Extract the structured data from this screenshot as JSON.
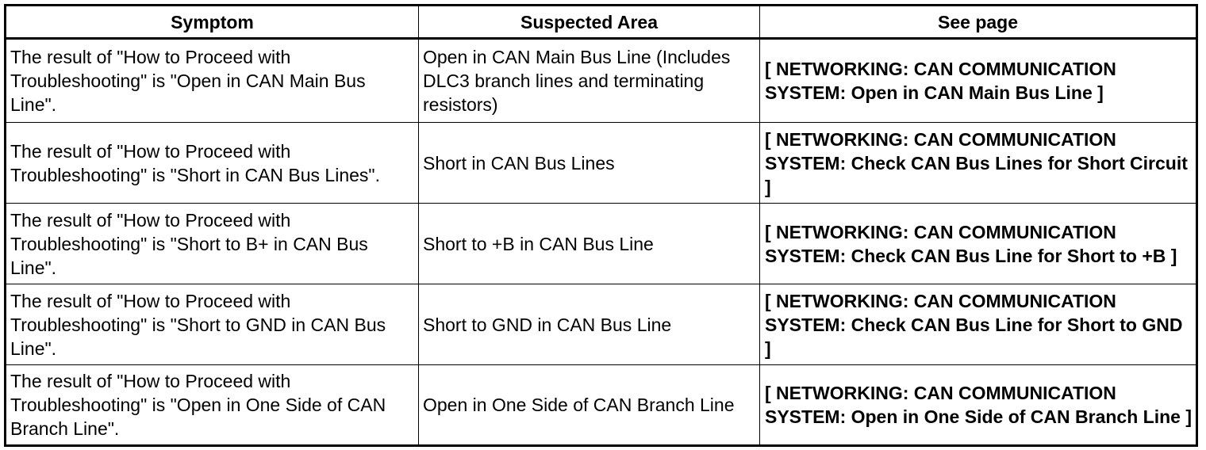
{
  "headers": {
    "symptom": "Symptom",
    "area": "Suspected Area",
    "page": "See page"
  },
  "rows": [
    {
      "symptom": "The result of \"How to Proceed with Troubleshooting\" is \"Open in CAN Main Bus Line\".",
      "area": "Open in CAN Main Bus Line (Includes DLC3 branch lines and terminating resistors)",
      "page": "[ NETWORKING: CAN COMMUNICATION SYSTEM: Open in CAN Main Bus Line ]"
    },
    {
      "symptom": "The result of \"How to Proceed with Troubleshooting\" is \"Short in CAN Bus Lines\".",
      "area": "Short in CAN Bus Lines",
      "page": "[ NETWORKING: CAN COMMUNICATION SYSTEM: Check CAN Bus Lines for Short Circuit ]"
    },
    {
      "symptom": "The result of \"How to Proceed with Troubleshooting\" is \"Short to B+ in CAN Bus Line\".",
      "area": "Short to +B in CAN Bus Line",
      "page": "[ NETWORKING: CAN COMMUNICATION SYSTEM: Check CAN Bus Line for Short to +B ]"
    },
    {
      "symptom": "The result of \"How to Proceed with Troubleshooting\" is \"Short to GND in CAN Bus Line\".",
      "area": "Short to GND in CAN Bus Line",
      "page": "[ NETWORKING: CAN COMMUNICATION SYSTEM: Check CAN Bus Line for Short to GND ]"
    },
    {
      "symptom": "The result of \"How to Proceed with Troubleshooting\" is \"Open in One Side of CAN Branch Line\".",
      "area": "Open in One Side of CAN Branch Line",
      "page": "[ NETWORKING: CAN COMMUNICATION SYSTEM: Open in One Side of CAN Branch Line ]"
    }
  ]
}
